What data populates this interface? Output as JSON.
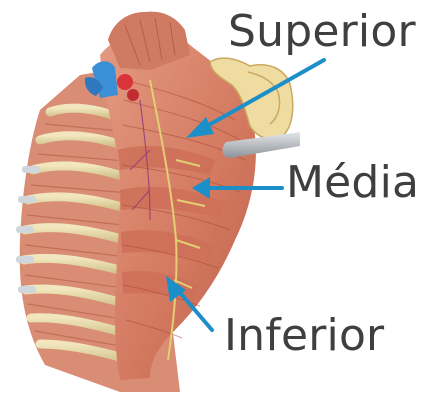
{
  "labels": {
    "superior": "Superior",
    "media": "Média",
    "inferior": "Inferior"
  },
  "colors": {
    "arrow": "#1c8fc9",
    "text": "#3f3f3f",
    "muscle": "#d9826b",
    "muscle_dark": "#b8573f",
    "rib": "#e8d9a6",
    "rib_shadow": "#c8b77e",
    "scapula": "#efdca0",
    "vein": "#3a8fd6",
    "artery": "#d8343a",
    "nerve": "#e2cf73",
    "steel": "#b9bec4"
  },
  "icons": {
    "arrow": "arrow-icon",
    "specimen": "serratus-anterior-illustration"
  }
}
